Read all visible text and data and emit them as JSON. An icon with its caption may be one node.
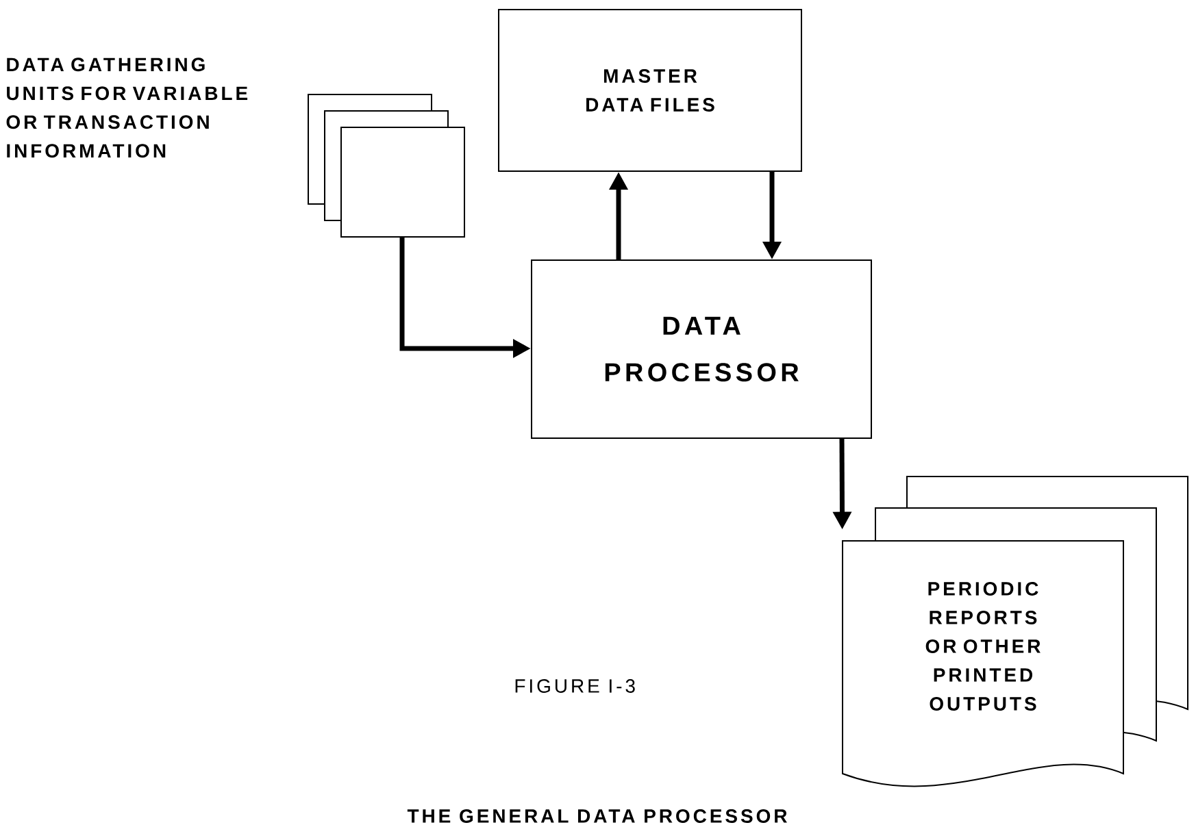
{
  "diagram": {
    "caption": "THE GENERAL DATA PROCESSOR",
    "nodes": [
      {
        "text": [],
        "shape": "box",
        "beside": [
          "DATA GATHERING UNITS FOR VARIABLE OR TRANSACTION INFORMATION"
        ]
      },
      {
        "text": [
          "MASTER DATA FILES"
        ]
      },
      {
        "text": [
          "DATA PROCESSOR"
        ]
      },
      {
        "text": [
          "PERIODIC REPORTS OR OTHER PRINTED OUTPUTS"
        ]
      }
    ],
    "edges": [
      {
        "from": 0,
        "to": 2,
        "arrow": "to"
      },
      {
        "from": 2,
        "to": 1,
        "arrow": "to"
      },
      {
        "from": 1,
        "to": 2,
        "arrow": "to"
      },
      {
        "from": 2,
        "to": 3,
        "arrow": "to"
      }
    ],
    "labels": [
      "FIGURE I-3"
    ]
  }
}
